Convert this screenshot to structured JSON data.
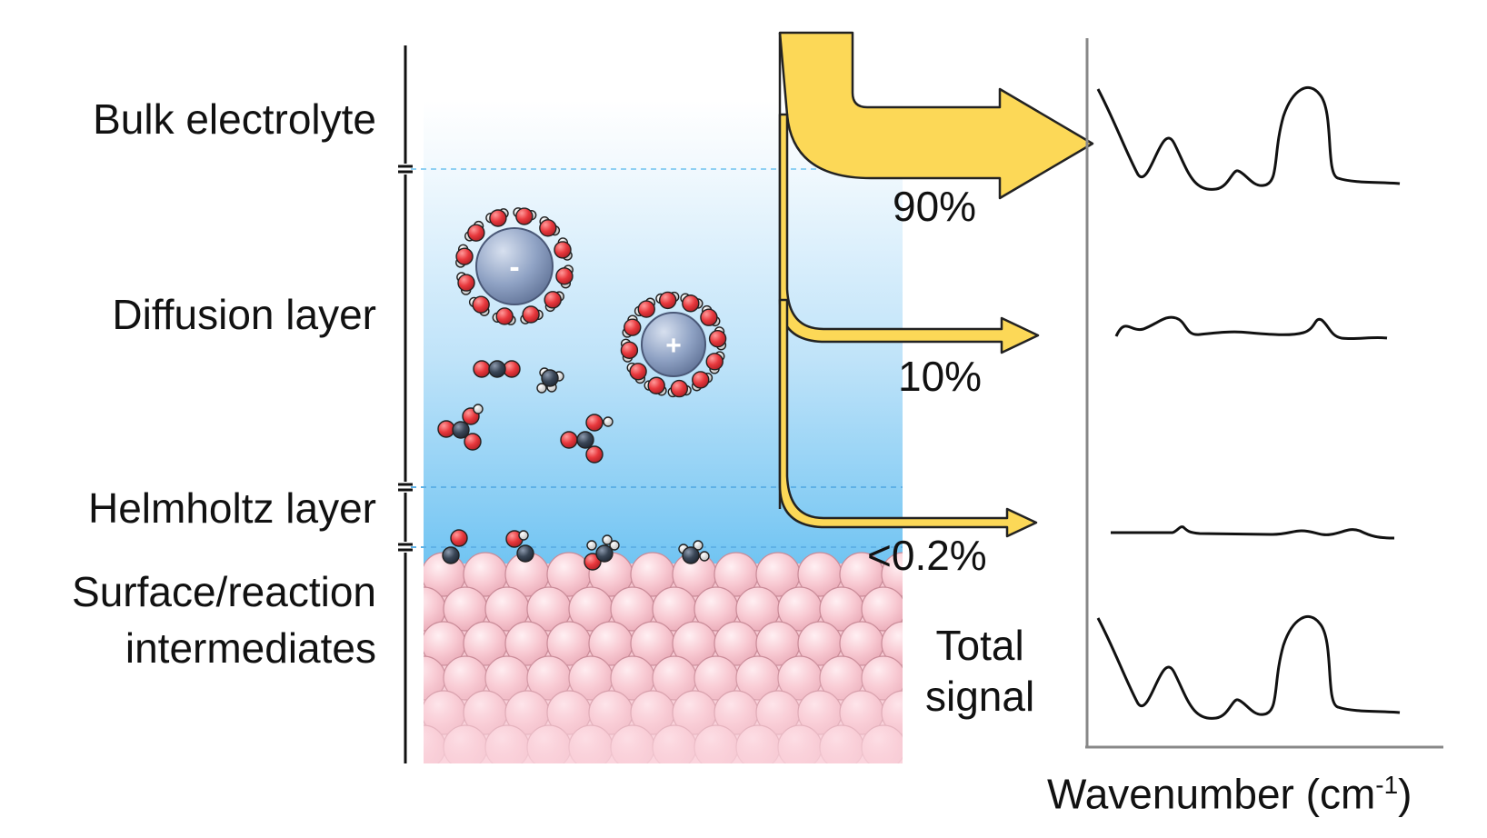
{
  "layers": {
    "bulk": "Bulk electrolyte",
    "diffusion": "Diffusion layer",
    "helmholtz": "Helmholtz layer",
    "surface_line1": "Surface/reaction",
    "surface_line2": "intermediates"
  },
  "ions": {
    "anion": "-",
    "cation": "+"
  },
  "fractions": {
    "bulk": "90%",
    "diffusion": "10%",
    "helmholtz": "<0.2%"
  },
  "total": {
    "line1": "Total",
    "line2": "signal"
  },
  "axis": {
    "xlabel_main": "Wavenumber (cm",
    "xlabel_sup": "-1",
    "xlabel_end": ")"
  },
  "colors": {
    "arrow_fill": "#FCD857",
    "arrow_stroke": "#222222",
    "water_top": "#FFFFFF",
    "water_bottom": "#6EC3F2",
    "metal_atom": "#F8C9D2",
    "oxygen": "#E8383D",
    "carbon": "#3A4656",
    "hydrogen": "#E8E8E8",
    "ion": "#7F93B8"
  }
}
